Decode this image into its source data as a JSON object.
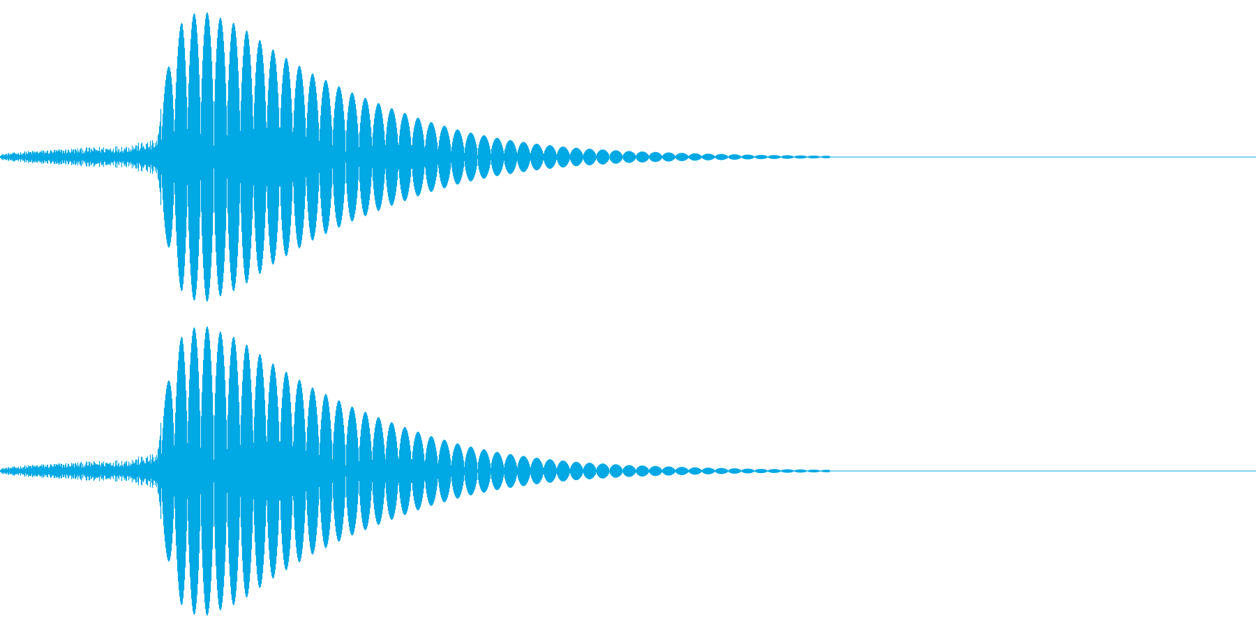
{
  "chart_data": {
    "type": "area",
    "title": "",
    "xlabel": "",
    "ylabel": "",
    "xlim": [
      0,
      1
    ],
    "ylim": [
      -1,
      1
    ],
    "grid": false,
    "legend": "none",
    "colors": {
      "waveform": "#00a8e4",
      "background": "#ffffff"
    },
    "series": [
      {
        "channel_index": 0,
        "noise_region": [
          0.0,
          0.128
        ],
        "noise_level": 0.12,
        "attack_time": 0.128,
        "peak_amplitude": 0.98,
        "peak_time": 0.16,
        "decay_end_time": 0.66,
        "oscillation_period": 0.0105,
        "envelope_points": [
          [
            0.0,
            0.02
          ],
          [
            0.02,
            0.04
          ],
          [
            0.06,
            0.06
          ],
          [
            0.1,
            0.08
          ],
          [
            0.125,
            0.12
          ],
          [
            0.13,
            0.5
          ],
          [
            0.145,
            0.92
          ],
          [
            0.16,
            0.98
          ],
          [
            0.19,
            0.88
          ],
          [
            0.22,
            0.7
          ],
          [
            0.25,
            0.55
          ],
          [
            0.28,
            0.43
          ],
          [
            0.31,
            0.33
          ],
          [
            0.34,
            0.24
          ],
          [
            0.37,
            0.17
          ],
          [
            0.4,
            0.12
          ],
          [
            0.43,
            0.085
          ],
          [
            0.46,
            0.06
          ],
          [
            0.5,
            0.04
          ],
          [
            0.55,
            0.025
          ],
          [
            0.6,
            0.015
          ],
          [
            0.66,
            0.008
          ],
          [
            0.661,
            0.0
          ],
          [
            1.0,
            0.0
          ]
        ]
      },
      {
        "channel_index": 1,
        "noise_region": [
          0.0,
          0.128
        ],
        "noise_level": 0.12,
        "attack_time": 0.128,
        "peak_amplitude": 0.98,
        "peak_time": 0.16,
        "decay_end_time": 0.66,
        "oscillation_period": 0.0105,
        "envelope_points": [
          [
            0.0,
            0.02
          ],
          [
            0.02,
            0.04
          ],
          [
            0.06,
            0.06
          ],
          [
            0.1,
            0.08
          ],
          [
            0.125,
            0.12
          ],
          [
            0.13,
            0.5
          ],
          [
            0.145,
            0.92
          ],
          [
            0.16,
            0.98
          ],
          [
            0.19,
            0.88
          ],
          [
            0.22,
            0.7
          ],
          [
            0.25,
            0.55
          ],
          [
            0.28,
            0.43
          ],
          [
            0.31,
            0.33
          ],
          [
            0.34,
            0.24
          ],
          [
            0.37,
            0.17
          ],
          [
            0.4,
            0.12
          ],
          [
            0.43,
            0.085
          ],
          [
            0.46,
            0.06
          ],
          [
            0.5,
            0.04
          ],
          [
            0.55,
            0.025
          ],
          [
            0.6,
            0.015
          ],
          [
            0.66,
            0.008
          ],
          [
            0.661,
            0.0
          ],
          [
            1.0,
            0.0
          ]
        ]
      }
    ]
  }
}
